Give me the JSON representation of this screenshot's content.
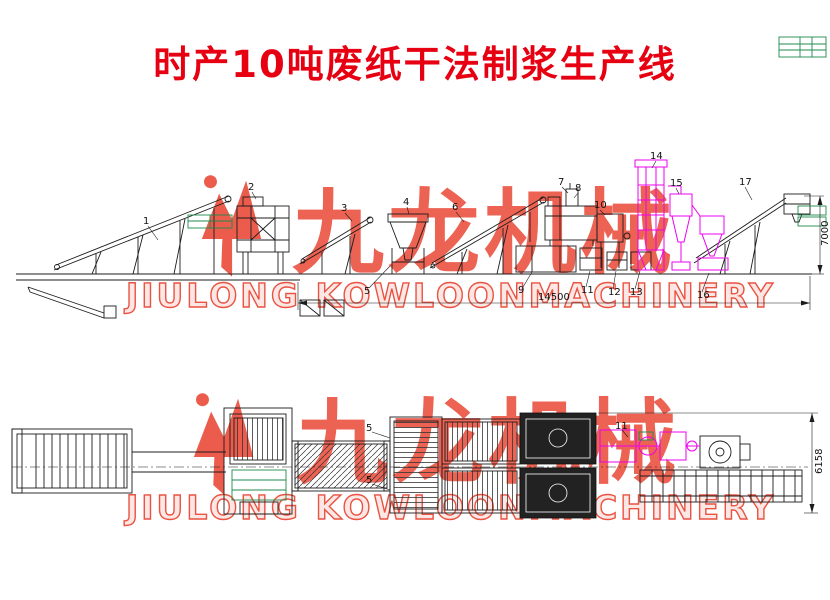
{
  "title": "时产10吨废纸干法制浆生产线",
  "watermark": {
    "cn": "九龙机械",
    "en": "JIULONG KOWLOONMACHINERY"
  },
  "views": {
    "elevation": {
      "labels": [
        "1",
        "2",
        "3",
        "4",
        "5",
        "6",
        "7",
        "8",
        "9",
        "10",
        "11",
        "12",
        "13",
        "14",
        "15",
        "16",
        "17"
      ],
      "dim_length": "14500",
      "dim_height": "7000"
    },
    "plan": {
      "labels": [
        "5",
        "5",
        "11"
      ],
      "dim_depth": "6158"
    }
  },
  "colors": {
    "title": "#e60012",
    "watermark": "#e8402e",
    "magenta": "#ee00ee",
    "line": "#1c1c1c",
    "green": "#1f8a4c"
  }
}
